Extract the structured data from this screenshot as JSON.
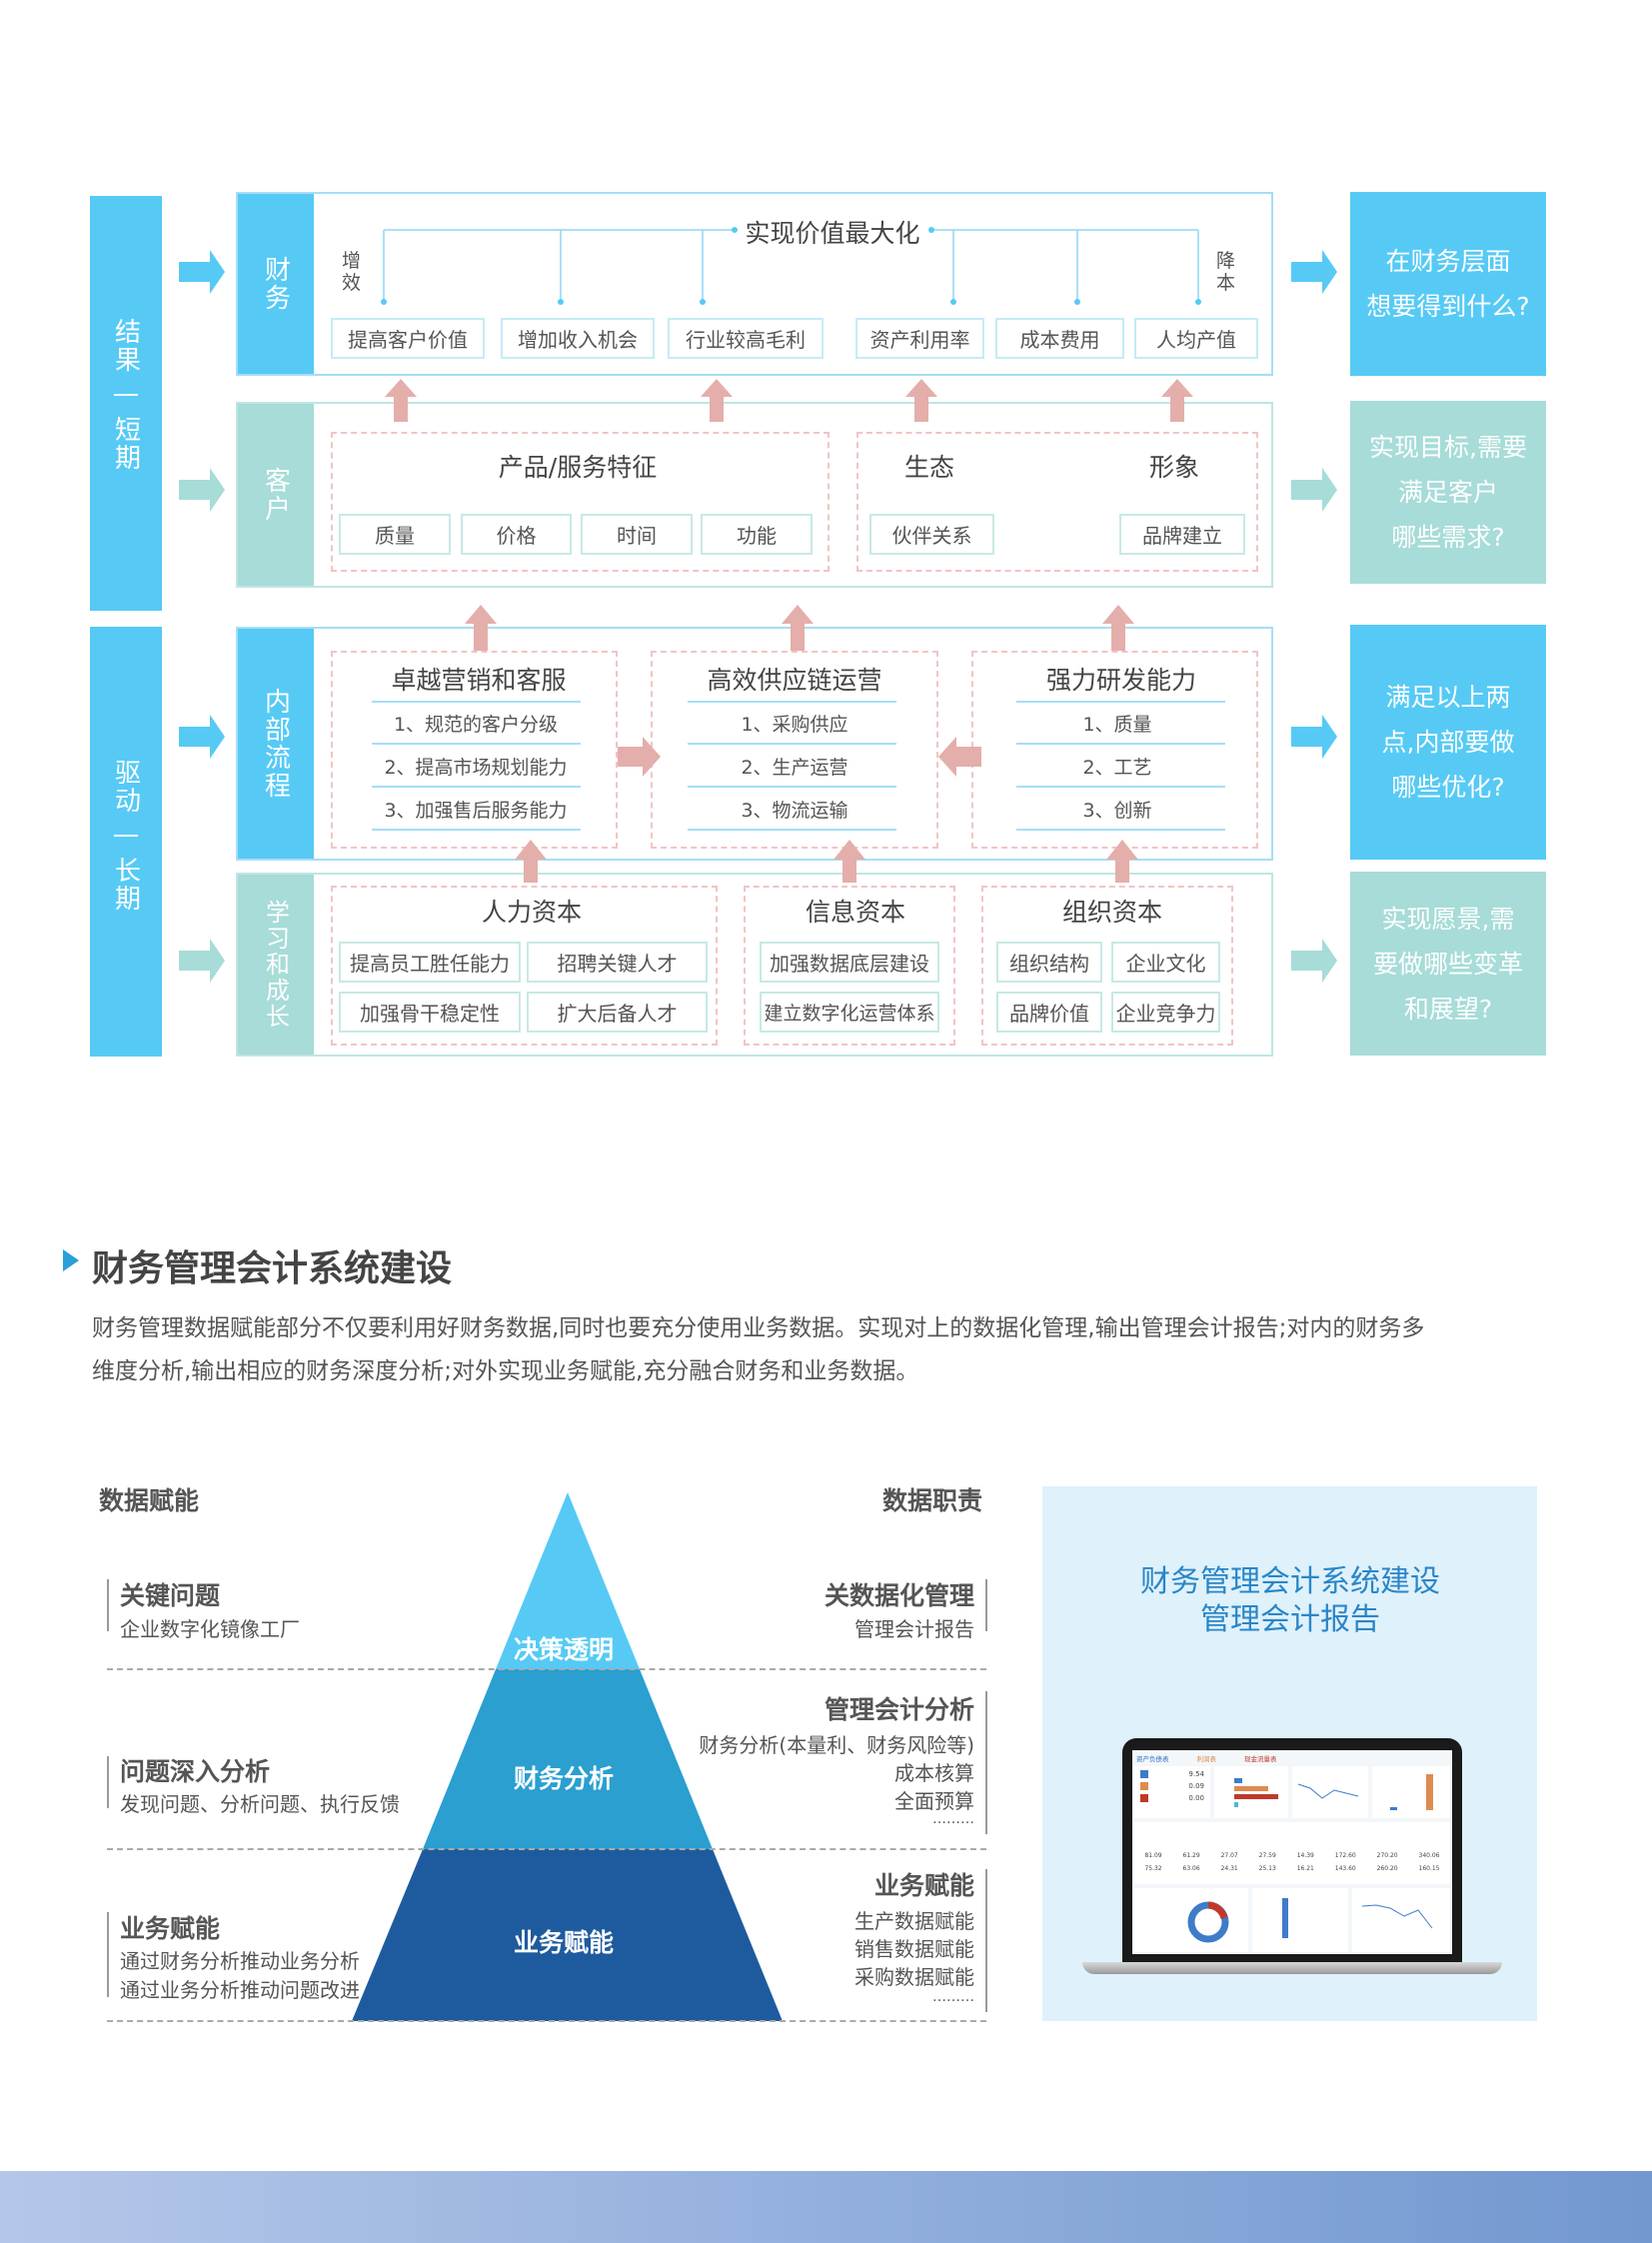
{
  "left_bands": [
    {
      "top": "结果",
      "bottom": "短期"
    },
    {
      "top": "驱动",
      "bottom": "长期"
    }
  ],
  "finance": {
    "label": "财务",
    "title": "实现价值最大化",
    "left_tag": "增效",
    "right_tag": "降本",
    "items": [
      "提高客户价值",
      "增加收入机会",
      "行业较高毛利",
      "资产利用率",
      "成本费用",
      "人均产值"
    ],
    "question": [
      "在财务层面",
      "想要得到什么?"
    ]
  },
  "customer": {
    "label": "客户",
    "group1_title": "产品/服务特征",
    "group1_items": [
      "质量",
      "价格",
      "时间",
      "功能"
    ],
    "group2_title_a": "生态",
    "group2_title_b": "形象",
    "group2_items": [
      "伙伴关系",
      "品牌建立"
    ],
    "question": [
      "实现目标,需要",
      "满足客户",
      "哪些需求?"
    ]
  },
  "internal": {
    "label": "内部流程",
    "groups": [
      {
        "title": "卓越营销和客服",
        "items": [
          "1、规范的客户分级",
          "2、提高市场规划能力",
          "3、加强售后服务能力"
        ]
      },
      {
        "title": "高效供应链运营",
        "items": [
          "1、采购供应",
          "2、生产运营",
          "3、物流运输"
        ]
      },
      {
        "title": "强力研发能力",
        "items": [
          "1、质量",
          "2、工艺",
          "3、创新"
        ]
      }
    ],
    "question": [
      "满足以上两",
      "点,内部要做",
      "哪些优化?"
    ]
  },
  "learning": {
    "label": "学习和成长",
    "groups": [
      {
        "title": "人力资本",
        "items": [
          "提高员工胜任能力",
          "招聘关键人才",
          "加强骨干稳定性",
          "扩大后备人才"
        ]
      },
      {
        "title": "信息资本",
        "items": [
          "加强数据底层建设",
          "建立数字化运营体系"
        ]
      },
      {
        "title": "组织资本",
        "items": [
          "组织结构",
          "企业文化",
          "品牌价值",
          "企业竞争力"
        ]
      }
    ],
    "question": [
      "实现愿景,需",
      "要做哪些变革",
      "和展望?"
    ]
  },
  "section": {
    "title": "财务管理会计系统建设",
    "paragraph": [
      "财务管理数据赋能部分不仅要利用好财务数据,同时也要充分使用业务数据。实现对上的数据化管理,输出管理会计报告;对内的财务多",
      "维度分析,输出相应的财务深度分析;对外实现业务赋能,充分融合财务和业务数据。"
    ]
  },
  "pyramid": {
    "left_header": "数据赋能",
    "right_header": "数据职责",
    "levels": [
      "决策透明",
      "财务分析",
      "业务赋能"
    ],
    "left": [
      {
        "title": "关键问题",
        "lines": [
          "企业数字化镜像工厂"
        ]
      },
      {
        "title": "问题深入分析",
        "lines": [
          "发现问题、分析问题、执行反馈"
        ]
      },
      {
        "title": "业务赋能",
        "lines": [
          "通过财务分析推动业务分析",
          "通过业务分析推动问题改进"
        ]
      }
    ],
    "right": [
      {
        "title": "关数据化管理",
        "lines": [
          "管理会计报告"
        ]
      },
      {
        "title": "管理会计分析",
        "lines": [
          "财务分析(本量利、财务风险等)",
          "成本核算",
          "全面预算",
          "………"
        ]
      },
      {
        "title": "业务赋能",
        "lines": [
          "生产数据赋能",
          "销售数据赋能",
          "采购数据赋能",
          "………"
        ]
      }
    ],
    "colors": [
      "#56caf5",
      "#2a9fd0",
      "#1e5b9e"
    ]
  },
  "panel": {
    "title": "财务管理会计系统建设",
    "subtitle": "管理会计报告",
    "dashboard": {
      "tabs": [
        "资产负债表",
        "利润表",
        "现金流量表"
      ],
      "kpis": [
        "9.54",
        "0.09",
        "0.00"
      ],
      "row1": [
        "81.09",
        "61.29",
        "27.07",
        "27.59",
        "14.39",
        "172.60",
        "270.20",
        "340.06"
      ],
      "row2": [
        "75.32",
        "63.06",
        "24.31",
        "25.13",
        "16.21",
        "143.60",
        "260.20",
        "160.15"
      ]
    }
  },
  "colors": {
    "cyan": "#56caf5",
    "teal": "#a7dcd8",
    "arrow": "#e4aeaa",
    "panel_bg": "#dff1fb",
    "title_blue": "#2a86c8"
  }
}
